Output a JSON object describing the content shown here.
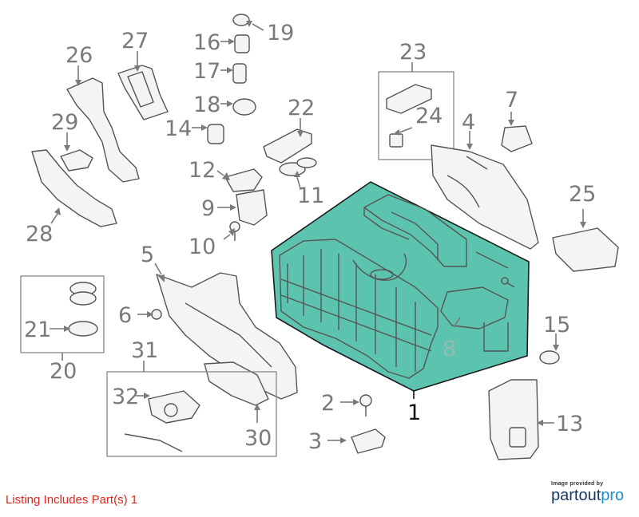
{
  "callouts": {
    "c1": "1",
    "c2": "2",
    "c3": "3",
    "c4": "4",
    "c5": "5",
    "c6": "6",
    "c7": "7",
    "c8": "8",
    "c9": "9",
    "c10": "10",
    "c11": "11",
    "c12": "12",
    "c13": "13",
    "c14": "14",
    "c15": "15",
    "c16": "16",
    "c17": "17",
    "c18": "18",
    "c19": "19",
    "c20": "20",
    "c21": "21",
    "c22": "22",
    "c23": "23",
    "c24": "24",
    "c25": "25",
    "c26": "26",
    "c27": "27",
    "c28": "28",
    "c29": "29",
    "c30": "30",
    "c31": "31",
    "c32": "32"
  },
  "listing_text": "Listing Includes Part(s) 1",
  "provider": {
    "caption": "Image provided by",
    "logo_part1": "partout",
    "logo_part2": "pro"
  },
  "colors": {
    "highlight": "#5cc4ae",
    "callout_gray": "#7a7a7a",
    "listing_red": "#e0281e",
    "logo_dark": "#163a63",
    "logo_blue": "#1a8fd6"
  }
}
